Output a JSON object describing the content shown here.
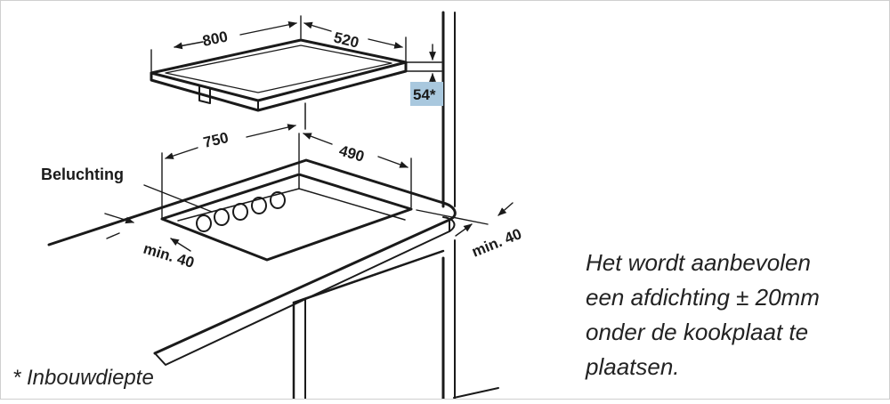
{
  "diagram": {
    "dimensions": {
      "hob_width": "800",
      "hob_depth": "520",
      "hob_height": "54*",
      "cutout_width": "750",
      "cutout_depth": "490",
      "min_front": "min. 40",
      "min_back": "min. 40"
    },
    "labels": {
      "ventilation": "Beluchting"
    },
    "colors": {
      "line": "#1a1a1a",
      "highlight": "#a9c8de"
    }
  },
  "note": {
    "line1": "Het wordt aanbevolen",
    "line2": "een afdichting ± 20mm",
    "line3": "onder de kookplaat te",
    "line4": "plaatsen."
  },
  "footnote": "* Inbouwdiepte"
}
